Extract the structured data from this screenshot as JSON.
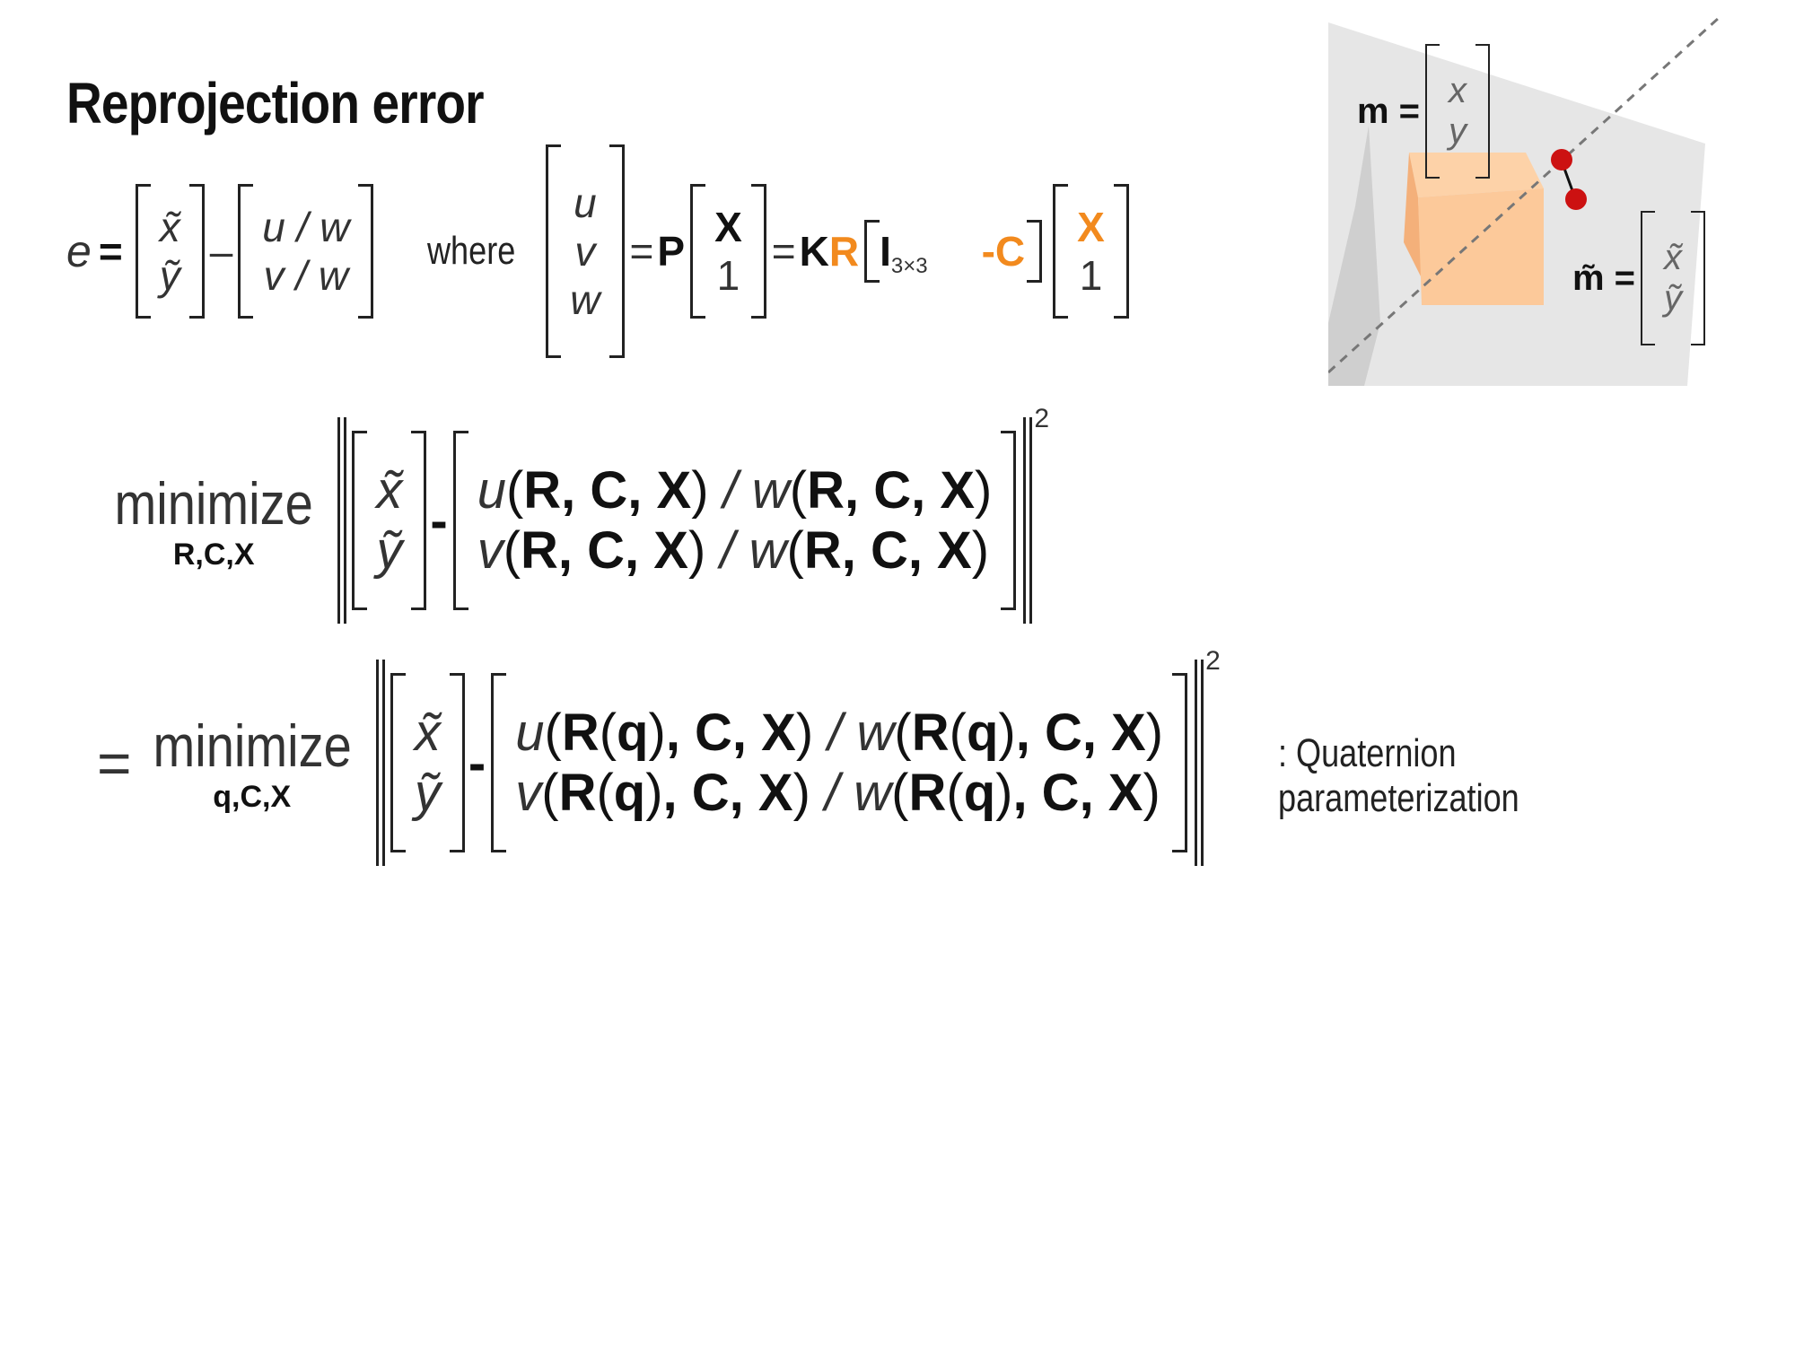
{
  "title": "Reprojection error",
  "eq1": {
    "lhs": "e",
    "eqsign": "=",
    "vec_obs": [
      "x̃",
      "ỹ"
    ],
    "minus": "–",
    "vec_proj": [
      "u / w",
      "v / w"
    ],
    "where": "where",
    "vec_uvw": [
      "u",
      "v",
      "w"
    ],
    "eq_a": "=",
    "P": "P",
    "vec_X1": [
      "X",
      "1"
    ],
    "eq_b": "=",
    "K": "K",
    "R": "R",
    "I": "I",
    "I_sub": "3×3",
    "negC": "-C",
    "vec_X1b": [
      "X",
      "1"
    ]
  },
  "eq2": {
    "op": "minimize",
    "sub": "R,C,X",
    "obs": [
      "x̃",
      "ỹ"
    ],
    "minus": "-",
    "row1": {
      "f1": "u",
      "args1": "R, C, X",
      "slash": " / ",
      "f2": "w",
      "args2": "R, C, X"
    },
    "row2": {
      "f1": "v",
      "args1": "R, C, X",
      "slash": " / ",
      "f2": "w",
      "args2": "R, C, X"
    },
    "power": "2"
  },
  "eq3": {
    "prefix": "=",
    "op": "minimize",
    "sub": "q,C,X",
    "obs": [
      "x̃",
      "ỹ"
    ],
    "minus": "-",
    "row1": {
      "f1": "u",
      "R": "R",
      "q": "q",
      "rest": ", C, X",
      "slash": " / ",
      "f2": "w"
    },
    "row2": {
      "f1": "v",
      "R": "R",
      "q": "q",
      "rest": ", C, X",
      "slash": " / ",
      "f2": "w"
    },
    "power": "2",
    "note": ": Quaternion parameterization"
  },
  "figure": {
    "m_label": "m =",
    "m_vec": [
      "x",
      "y"
    ],
    "mt_label": "m̃ =",
    "mt_vec": [
      "x̃",
      "ỹ"
    ],
    "colors": {
      "plane": "#e6e6e6",
      "box": "#fcc99a",
      "point": "#cc1111",
      "ray": "#777777"
    }
  }
}
